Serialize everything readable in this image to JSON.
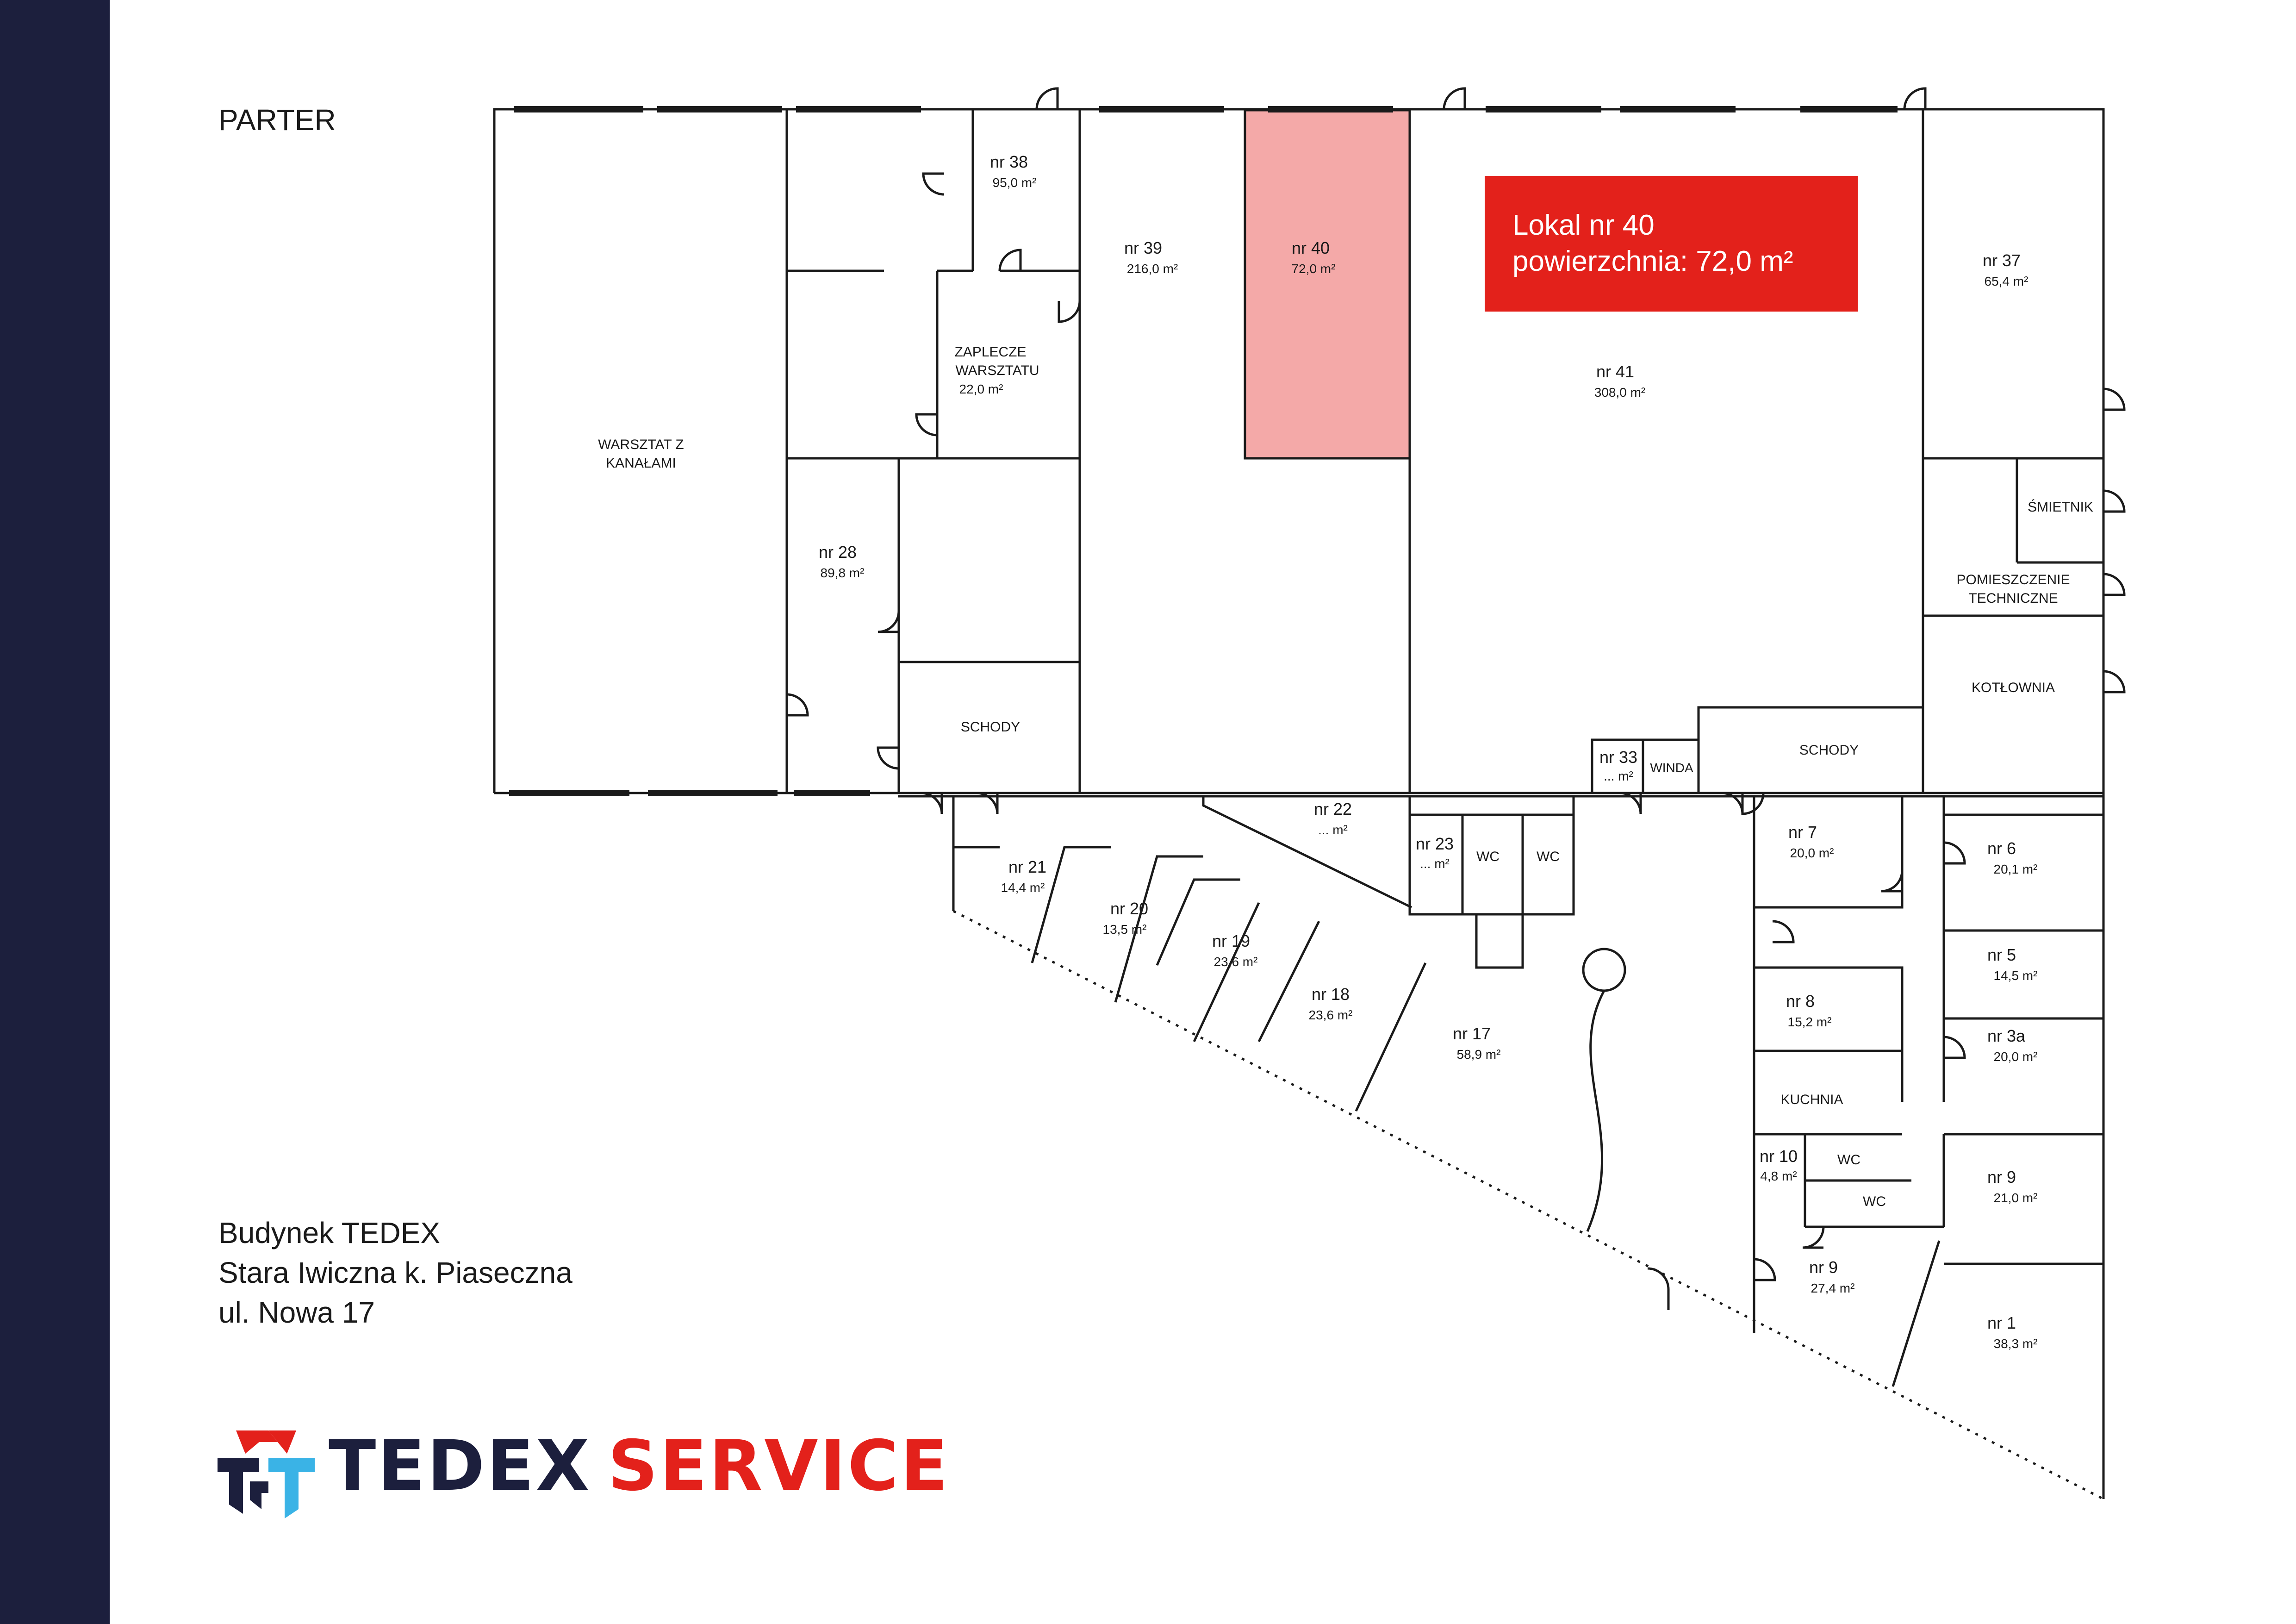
{
  "floor_label": "PARTER",
  "callout": {
    "line1": "Lokal nr 40",
    "line2": "powierzchnia: 72,0 m²",
    "color": "#e3211b"
  },
  "address": {
    "line1": "Budynek TEDEX",
    "line2": "Stara Iwiczna k. Piaseczna",
    "line3": "ul. Nowa 17"
  },
  "logo": {
    "word1": "TEDEX",
    "word2": "SERVICE",
    "icon": "tedex-logo-icon",
    "colors": {
      "navy": "#1c1f3d",
      "red": "#e3211b",
      "blue": "#3ab3e6"
    }
  },
  "highlight_color": "#f4a9a8",
  "rooms": [
    {
      "id": "warsztat",
      "lines": [
        "WARSZTAT Z",
        "KANAŁAMI"
      ]
    },
    {
      "id": "nr38",
      "lines": [
        "nr 38",
        "95,0 m²"
      ]
    },
    {
      "id": "zaplecze",
      "lines": [
        "ZAPLECZE",
        "WARSZTATU",
        "22,0 m²"
      ]
    },
    {
      "id": "nr39",
      "lines": [
        "nr 39",
        "216,0 m²"
      ]
    },
    {
      "id": "nr40",
      "lines": [
        "nr 40",
        "72,0 m²"
      ]
    },
    {
      "id": "nr41",
      "lines": [
        "nr 41",
        "308,0 m²"
      ]
    },
    {
      "id": "nr37",
      "lines": [
        "nr 37",
        "65,4 m²"
      ]
    },
    {
      "id": "smietnik",
      "lines": [
        "ŚMIETNIK"
      ]
    },
    {
      "id": "pom-tech",
      "lines": [
        "POMIESZCZENIE",
        "TECHNICZNE"
      ]
    },
    {
      "id": "kotlownia",
      "lines": [
        "KOTŁOWNIA"
      ]
    },
    {
      "id": "nr28",
      "lines": [
        "nr 28",
        "89,8 m²"
      ]
    },
    {
      "id": "schody-left",
      "lines": [
        "SCHODY"
      ]
    },
    {
      "id": "schody-right",
      "lines": [
        "SCHODY"
      ]
    },
    {
      "id": "nr33",
      "lines": [
        "nr 33",
        "... m²"
      ]
    },
    {
      "id": "winda",
      "lines": [
        "WINDA"
      ]
    },
    {
      "id": "nr22",
      "lines": [
        "nr 22",
        "... m²"
      ]
    },
    {
      "id": "nr23",
      "lines": [
        "nr 23",
        "... m²"
      ]
    },
    {
      "id": "wc1",
      "lines": [
        "WC"
      ]
    },
    {
      "id": "wc2",
      "lines": [
        "WC"
      ]
    },
    {
      "id": "nr21",
      "lines": [
        "nr 21",
        "14,4 m²"
      ]
    },
    {
      "id": "nr20",
      "lines": [
        "nr 20",
        "13,5 m²"
      ]
    },
    {
      "id": "nr19",
      "lines": [
        "nr 19",
        "23,6 m²"
      ]
    },
    {
      "id": "nr18",
      "lines": [
        "nr 18",
        "23,6 m²"
      ]
    },
    {
      "id": "nr17",
      "lines": [
        "nr 17",
        "58,9 m²"
      ]
    },
    {
      "id": "nr7",
      "lines": [
        "nr 7",
        "20,0 m²"
      ]
    },
    {
      "id": "nr6",
      "lines": [
        "nr 6",
        "20,1 m²"
      ]
    },
    {
      "id": "nr5",
      "lines": [
        "nr 5",
        "14,5 m²"
      ]
    },
    {
      "id": "nr8",
      "lines": [
        "nr 8",
        "15,2 m²"
      ]
    },
    {
      "id": "nr3a",
      "lines": [
        "nr 3a",
        "20,0 m²"
      ]
    },
    {
      "id": "kuchnia",
      "lines": [
        "KUCHNIA"
      ]
    },
    {
      "id": "nr10",
      "lines": [
        "nr 10",
        "4,8 m²"
      ]
    },
    {
      "id": "wc3",
      "lines": [
        "WC"
      ]
    },
    {
      "id": "wc4",
      "lines": [
        "WC"
      ]
    },
    {
      "id": "nr9a",
      "lines": [
        "nr 9",
        "21,0 m²"
      ]
    },
    {
      "id": "nr9b",
      "lines": [
        "nr 9",
        "27,4 m²"
      ]
    },
    {
      "id": "nr1",
      "lines": [
        "nr 1",
        "38,3 m²"
      ]
    }
  ]
}
